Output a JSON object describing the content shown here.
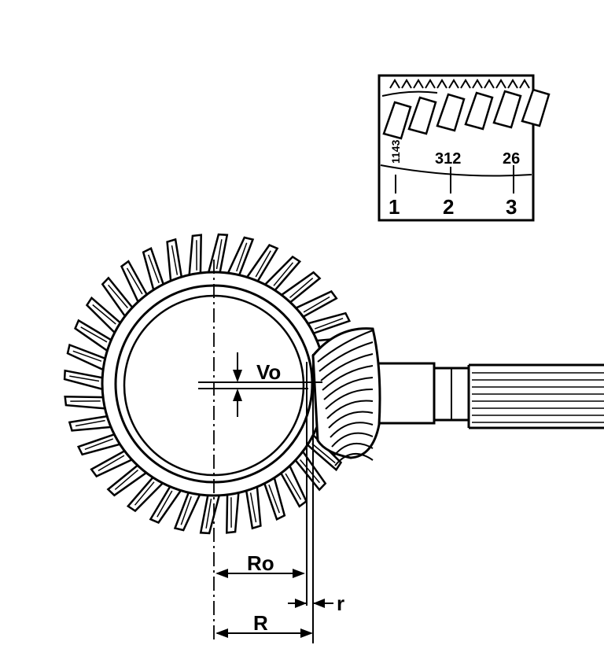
{
  "inset": {
    "rotated_number": "1143",
    "number_2": "312",
    "number_3": "26",
    "index_1": "1",
    "index_2": "2",
    "index_3": "3"
  },
  "labels": {
    "vo": "Vo",
    "ro": "Ro",
    "r_small": "r",
    "r_big": "R"
  },
  "ring_gear": {
    "teeth": 36
  },
  "pinion": {
    "spiral_lines": 12
  },
  "shaft": {
    "spline_lines": 8
  },
  "colors": {
    "ink": "#000000",
    "paper": "#ffffff"
  }
}
